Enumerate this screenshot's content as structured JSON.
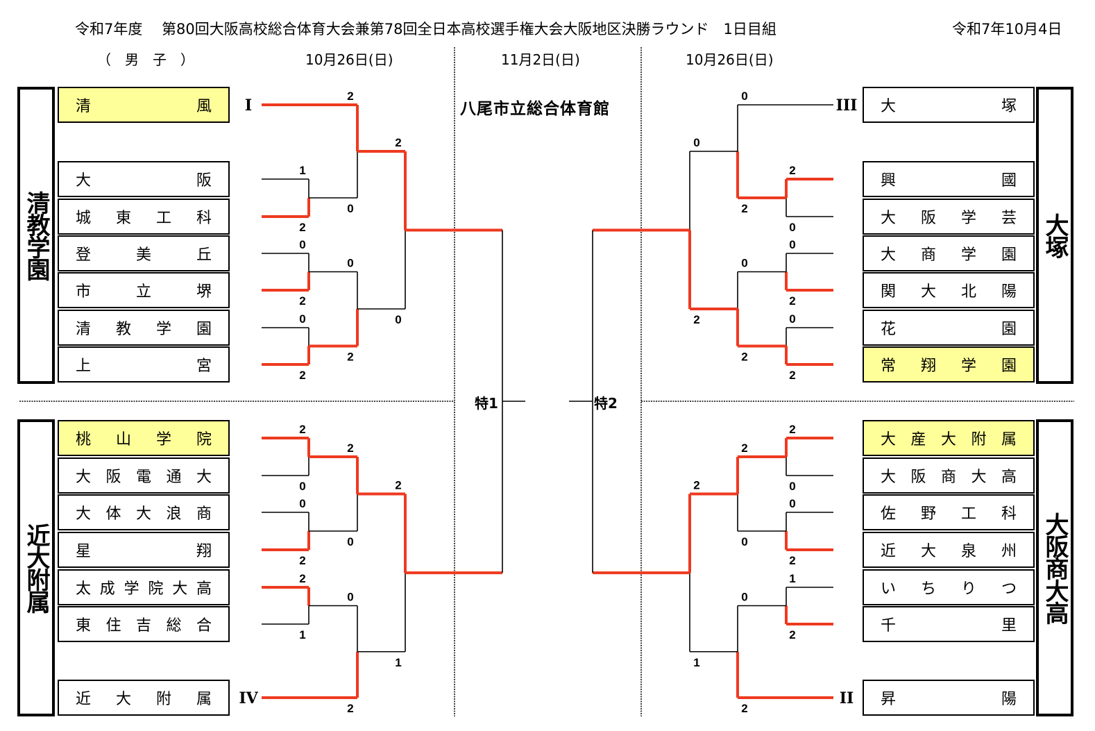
{
  "header": {
    "title": "令和7年度　 第80回大阪高校総合体育大会兼第78回全日本高校選手権大会大阪地区決勝ラウンド　1日目組",
    "date": "令和7年10月4日",
    "division": "（　男　子　）",
    "day_left": "10月26日(日)",
    "day_center": "11月2日(日)",
    "day_right": "10月26日(日)",
    "venue": "八尾市立総合体育館"
  },
  "colors": {
    "winner_line": "#ee3a20",
    "seed_fill": "#ffff99",
    "line": "#000000"
  },
  "blocks": [
    {
      "id": "top-left",
      "group": "清教学園",
      "seed_mark": "I",
      "teams": [
        {
          "chars": [
            "清",
            "風"
          ],
          "seed": true
        },
        {
          "chars": [
            "大",
            "阪"
          ],
          "seed": false
        },
        {
          "chars": [
            "城",
            "東",
            "工",
            "科"
          ],
          "seed": false
        },
        {
          "chars": [
            "登",
            "美",
            "丘"
          ],
          "seed": false
        },
        {
          "chars": [
            "市",
            "立",
            "堺"
          ],
          "seed": false
        },
        {
          "chars": [
            "清",
            "教",
            "学",
            "園"
          ],
          "seed": false
        },
        {
          "chars": [
            "上",
            "宮"
          ],
          "seed": false
        }
      ],
      "r1": [
        {
          "a": 1,
          "b": 2,
          "score_a": "1",
          "score_b": "2",
          "winner": "b"
        },
        {
          "a": 3,
          "b": 4,
          "score_a": "0",
          "score_b": "2",
          "winner": "b"
        },
        {
          "a": 5,
          "b": 6,
          "score_a": "0",
          "score_b": "2",
          "winner": "b"
        }
      ],
      "r2": [
        {
          "top": "seed",
          "bottom": "r1-0",
          "score_top": "2",
          "score_bottom": "0",
          "winner": "top"
        },
        {
          "top": "r1-1",
          "bottom": "r1-2",
          "score_top": "0",
          "score_bottom": "2",
          "winner": "bottom"
        }
      ],
      "r3": {
        "score_top": "2",
        "score_bottom": "0",
        "winner": "top"
      }
    },
    {
      "id": "bottom-left",
      "group": "近大附属",
      "seed_mark": "IV",
      "teams": [
        {
          "chars": [
            "桃",
            "山",
            "学",
            "院"
          ],
          "seed": true
        },
        {
          "chars": [
            "大",
            "阪",
            "電",
            "通",
            "大"
          ],
          "seed": false
        },
        {
          "chars": [
            "大",
            "体",
            "大",
            "浪",
            "商"
          ],
          "seed": false
        },
        {
          "chars": [
            "星",
            "翔"
          ],
          "seed": false
        },
        {
          "chars": [
            "太",
            "成",
            "学",
            "院",
            "大",
            "高"
          ],
          "seed": false
        },
        {
          "chars": [
            "東",
            "住",
            "吉",
            "総",
            "合"
          ],
          "seed": false
        },
        {
          "chars": [
            "近",
            "大",
            "附",
            "属"
          ],
          "seed": false
        }
      ],
      "r1": [
        {
          "a": 0,
          "b": 1,
          "score_a": "2",
          "score_b": "0",
          "winner": "a"
        },
        {
          "a": 2,
          "b": 3,
          "score_a": "0",
          "score_b": "2",
          "winner": "b"
        },
        {
          "a": 4,
          "b": 5,
          "score_a": "2",
          "score_b": "1",
          "winner": "a"
        }
      ],
      "r2": [
        {
          "top": "r1-0",
          "bottom": "r1-1",
          "score_top": "2",
          "score_bottom": "0",
          "winner": "top"
        },
        {
          "top": "r1-2",
          "bottom": "seed",
          "score_top": "0",
          "score_bottom": "2",
          "winner": "bottom"
        }
      ],
      "r3": {
        "score_top": "2",
        "score_bottom": "1",
        "winner": "top"
      }
    },
    {
      "id": "top-right",
      "group": "大塚",
      "seed_mark": "III",
      "teams": [
        {
          "chars": [
            "大",
            "塚"
          ],
          "seed": false
        },
        {
          "chars": [
            "興",
            "國"
          ],
          "seed": false
        },
        {
          "chars": [
            "大",
            "阪",
            "学",
            "芸"
          ],
          "seed": false
        },
        {
          "chars": [
            "大",
            "商",
            "学",
            "園"
          ],
          "seed": false
        },
        {
          "chars": [
            "関",
            "大",
            "北",
            "陽"
          ],
          "seed": false
        },
        {
          "chars": [
            "花",
            "園"
          ],
          "seed": false
        },
        {
          "chars": [
            "常",
            "翔",
            "学",
            "園"
          ],
          "seed": true
        }
      ],
      "r1": [
        {
          "a": 1,
          "b": 2,
          "score_a": "2",
          "score_b": "0",
          "winner": "a"
        },
        {
          "a": 3,
          "b": 4,
          "score_a": "0",
          "score_b": "2",
          "winner": "b"
        },
        {
          "a": 5,
          "b": 6,
          "score_a": "0",
          "score_b": "2",
          "winner": "b"
        }
      ],
      "r2": [
        {
          "top": "seed",
          "bottom": "r1-0",
          "score_top": "0",
          "score_bottom": "2",
          "winner": "bottom"
        },
        {
          "top": "r1-1",
          "bottom": "r1-2",
          "score_top": "0",
          "score_bottom": "2",
          "winner": "bottom"
        }
      ],
      "r3": {
        "score_top": "0",
        "score_bottom": "2",
        "winner": "bottom"
      }
    },
    {
      "id": "bottom-right",
      "group": "大阪商大高",
      "seed_mark": "II",
      "teams": [
        {
          "chars": [
            "大",
            "産",
            "大",
            "附",
            "属"
          ],
          "seed": true
        },
        {
          "chars": [
            "大",
            "阪",
            "商",
            "大",
            "高"
          ],
          "seed": false
        },
        {
          "chars": [
            "佐",
            "野",
            "工",
            "科"
          ],
          "seed": false
        },
        {
          "chars": [
            "近",
            "大",
            "泉",
            "州"
          ],
          "seed": false
        },
        {
          "chars": [
            "い",
            "ち",
            "り",
            "つ"
          ],
          "seed": false
        },
        {
          "chars": [
            "千",
            "里"
          ],
          "seed": false
        },
        {
          "chars": [
            "昇",
            "陽"
          ],
          "seed": false
        }
      ],
      "r1": [
        {
          "a": 0,
          "b": 1,
          "score_a": "2",
          "score_b": "0",
          "winner": "a"
        },
        {
          "a": 2,
          "b": 3,
          "score_a": "0",
          "score_b": "2",
          "winner": "b"
        },
        {
          "a": 4,
          "b": 5,
          "score_a": "1",
          "score_b": "2",
          "winner": "b"
        }
      ],
      "r2": [
        {
          "top": "r1-0",
          "bottom": "r1-1",
          "score_top": "2",
          "score_bottom": "0",
          "winner": "top"
        },
        {
          "top": "r1-2",
          "bottom": "seed",
          "score_top": "0",
          "score_bottom": "2",
          "winner": "bottom"
        }
      ],
      "r3": {
        "score_top": "2",
        "score_bottom": "1",
        "winner": "top"
      }
    }
  ],
  "specials": {
    "left": "特1",
    "right": "特2"
  }
}
